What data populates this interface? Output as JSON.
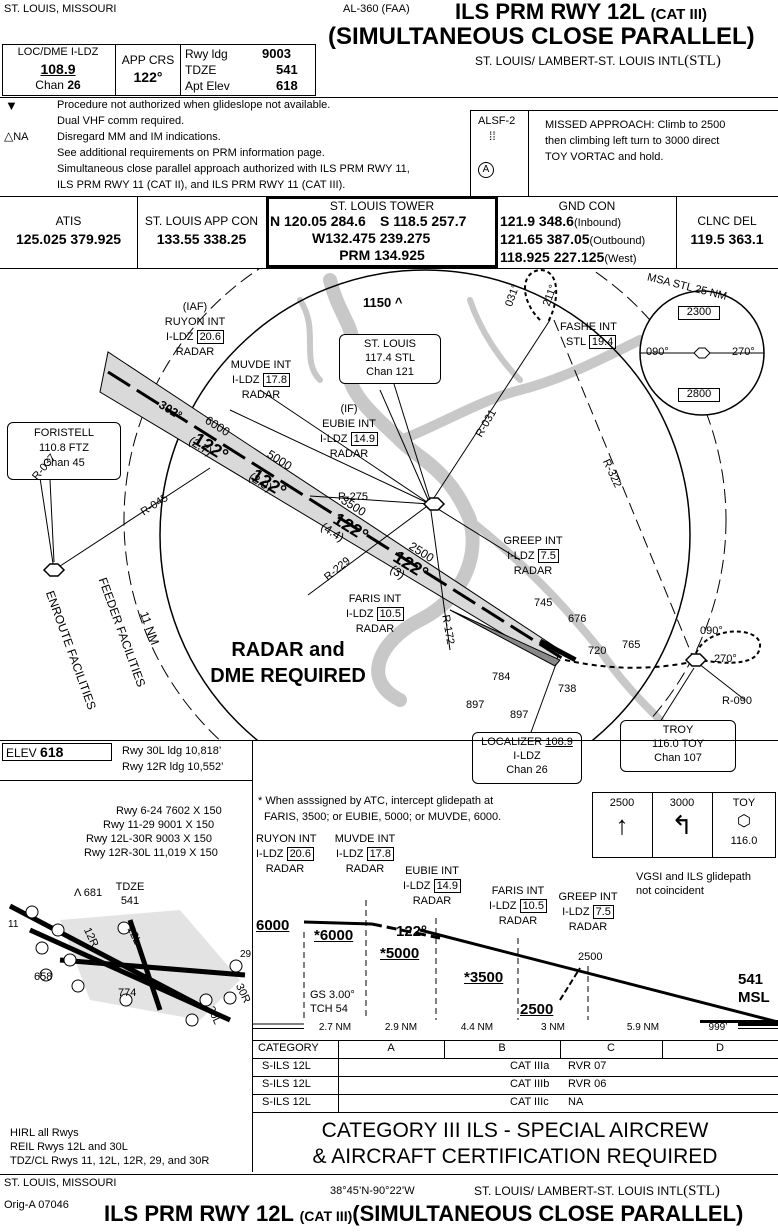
{
  "header": {
    "city_state": "ST. LOUIS, MISSOURI",
    "chart_id": "AL-360 (FAA)",
    "title_main": "ILS PRM RWY 12L",
    "title_cat": "(CAT III)",
    "title_sub": "(SIMULTANEOUS CLOSE PARALLEL)",
    "airport": "ST. LOUIS/ LAMBERT-ST. LOUIS INTL",
    "airport_code": "(STL)"
  },
  "briefing": {
    "loc_label": "LOC/DME I-LDZ",
    "loc_freq": "108.9",
    "loc_chan_label": "Chan",
    "loc_chan": "26",
    "app_crs_label": "APP CRS",
    "app_crs": "122°",
    "rwy_ldg_label": "Rwy ldg",
    "rwy_ldg": "9003",
    "tdze_label": "TDZE",
    "tdze": "541",
    "apt_elev_label": "Apt Elev",
    "apt_elev": "618"
  },
  "notes": {
    "line1": "Procedure not authorized when glideslope not available.",
    "na_label": "NA",
    "line2": "Dual VHF comm required.",
    "line3": "Disregard MM and IM indications.",
    "line4": "See additional requirements on PRM information page.",
    "line5": "Simultaneous close parallel approach authorized with ILS PRM RWY 11,",
    "line6": "ILS PRM RWY 11 (CAT II), and ILS PRM RWY 11 (CAT III).",
    "alsf": "ALSF-2",
    "alsf_circle": "A",
    "missed_1": "MISSED APPROACH:  Climb to 2500",
    "missed_2": "then climbing left turn to 3000 direct",
    "missed_3": "TOY VORTAC and hold."
  },
  "comms": {
    "atis_label": "ATIS",
    "atis_freq": "125.025  379.925",
    "app_label": "ST. LOUIS APP CON",
    "app_freq": "133.55  338.25",
    "tower_label": "ST. LOUIS TOWER",
    "tower_n": "N 120.05  284.6",
    "tower_s": "S 118.5  257.7",
    "tower_w": "W132.475  239.275",
    "tower_prm": "PRM 134.925",
    "gnd_label": "GND CON",
    "gnd_1": "121.9  348.6",
    "gnd_1_note": "(Inbound)",
    "gnd_2": "121.65  387.05",
    "gnd_2_note": "(Outbound)",
    "gnd_3": "118.925  227.125",
    "gnd_3_note": "(West)",
    "clnc_label": "CLNC DEL",
    "clnc_freq": "119.5  363.1"
  },
  "plan": {
    "elev_1150": "1150",
    "msa_label": "MSA STL 25 NM",
    "msa_2300": "2300",
    "msa_2800": "2800",
    "msa_090": "090°",
    "msa_270": "270°",
    "fashe_1": "FASHE INT",
    "fashe_2": "STL",
    "fashe_dme": "19.4",
    "r031_a": "031°",
    "r211": "211°",
    "ruyon_iaf": "(IAF)",
    "ruyon_1": "RUYON INT",
    "ruyon_2": "I-LDZ",
    "ruyon_dme": "20.6",
    "ruyon_3": "RADAR",
    "muvde_1": "MUVDE INT",
    "muvde_2": "I-LDZ",
    "muvde_dme": "17.8",
    "muvde_3": "RADAR",
    "stl_name": "ST. LOUIS",
    "stl_freq": "117.4  STL",
    "stl_chan": "Chan 121",
    "eubie_if": "(IF)",
    "eubie_1": "EUBIE INT",
    "eubie_2": "I-LDZ",
    "eubie_dme": "14.9",
    "eubie_3": "RADAR",
    "foristell_1": "FORISTELL",
    "foristell_2": "110.8  FTZ",
    "foristell_3": "Chan 45",
    "r031": "R-031",
    "r037": "R-037",
    "r045": "R-045",
    "r275": "R-275",
    "r229": "R-229",
    "r172": "R-172",
    "r322": "R-322",
    "r090": "R-090",
    "alt_6000": "6000",
    "alt_5000": "5000",
    "alt_3500": "3500",
    "alt_2500": "2500",
    "crs_302": "302°",
    "crs_122": "122°",
    "d27": "(2.7)",
    "d29": "(2.9)",
    "d44": "(4.4)",
    "d3": "(3)",
    "greep_1": "GREEP INT",
    "greep_2": "I-LDZ",
    "greep_dme": "7.5",
    "greep_3": "RADAR",
    "faris_1": "FARIS INT",
    "faris_2": "I-LDZ",
    "faris_dme": "10.5",
    "faris_3": "RADAR",
    "nm11": "11 NM",
    "feeder": "FEEDER FACILITIES",
    "enroute": "ENROUTE FACILITIES",
    "radar_1": "RADAR and",
    "radar_2": "DME REQUIRED",
    "obs_745": "745",
    "obs_676": "676",
    "obs_720": "720",
    "obs_765": "765",
    "obs_784": "784",
    "obs_738": "738",
    "obs_897a": "897",
    "obs_897b": "897",
    "hold_090": "090°",
    "hold_270": "270°",
    "troy_1": "TROY",
    "troy_2": "116.0  TOY",
    "troy_3": "Chan 107",
    "loc_1": "LOCALIZER",
    "loc_freq": "108.9",
    "loc_2": "I-LDZ",
    "loc_3": "Chan 26"
  },
  "airport": {
    "elev_label": "ELEV",
    "elev": "618",
    "ldg_30l": "Rwy 30L ldg 10,818’",
    "ldg_12r": "Rwy 12R ldg 10,552’",
    "rwy_1": "Rwy 6-24 7602 X 150",
    "rwy_2": "Rwy 11-29 9001 X 150",
    "rwy_3": "Rwy 12L-30R 9003 X 150",
    "rwy_4": "Rwy 12R-30L 11,019 X 150",
    "obs_681": "681",
    "tdze_label": "TDZE",
    "tdze": "541",
    "obs_658": "658",
    "obs_774": "774",
    "lbl_12r": "12R",
    "lbl_12l": "12L",
    "lbl_30l": "30L",
    "lbl_30r": "30R",
    "lbl_11": "11",
    "lbl_29": "29",
    "lights_1": "HIRL all Rwys",
    "lights_2": "REIL Rwys 12L and 30L",
    "lights_3": "TDZ/CL Rwys 11, 12L, 12R, 29, and 30R"
  },
  "profile": {
    "note_1": "* When asssigned by ATC, intercept glidepath at",
    "note_2": "FARIS, 3500; or EUBIE, 5000; or MUVDE, 6000.",
    "icon_2500": "2500",
    "icon_3000": "3000",
    "icon_toy": "TOY",
    "icon_toy_freq": "116.0",
    "ruyon_1": "RUYON INT",
    "ruyon_2": "I-LDZ",
    "ruyon_dme": "20.6",
    "ruyon_3": "RADAR",
    "muvde_1": "MUVDE INT",
    "muvde_2": "I-LDZ",
    "muvde_dme": "17.8",
    "muvde_3": "RADAR",
    "eubie_1": "EUBIE INT",
    "eubie_2": "I-LDZ",
    "eubie_dme": "14.9",
    "eubie_3": "RADAR",
    "faris_1": "FARIS INT",
    "faris_2": "I-LDZ",
    "faris_dme": "10.5",
    "faris_3": "RADAR",
    "greep_1": "GREEP INT",
    "greep_2": "I-LDZ",
    "greep_dme": "7.5",
    "greep_3": "RADAR",
    "vgsi_1": "VGSI and ILS glidepath",
    "vgsi_2": "not coincident",
    "alt_6000": "6000",
    "alt_6000s": "*6000",
    "alt_5000s": "*5000",
    "alt_3500s": "*3500",
    "alt_2500": "2500",
    "alt_2500_greep": "2500",
    "crs": "122°",
    "gs": "GS 3.00°",
    "tch": "TCH 54",
    "tdze": "541",
    "msl": "MSL",
    "dist_1": "2.7 NM",
    "dist_2": "2.9 NM",
    "dist_3": "4.4 NM",
    "dist_4": "3 NM",
    "dist_5": "5.9 NM",
    "dist_6": "999’"
  },
  "minimums": {
    "header": [
      "CATEGORY",
      "A",
      "B",
      "C",
      "D"
    ],
    "rows": [
      {
        "name": "S-ILS 12L",
        "cat": "CAT IIIa",
        "rvr_label": "RVR",
        "rvr": "07"
      },
      {
        "name": "S-ILS 12L",
        "cat": "CAT IIIb",
        "rvr_label": "RVR",
        "rvr": "06"
      },
      {
        "name": "S-ILS 12L",
        "cat": "CAT IIIc",
        "rvr_label": "",
        "rvr": "NA"
      }
    ],
    "banner_1": "CATEGORY  III  ILS - SPECIAL AIRCREW",
    "banner_2": "& AIRCRAFT CERTIFICATION REQUIRED"
  },
  "footer": {
    "city_state": "ST. LOUIS, MISSOURI",
    "orig": "Orig-A  07046",
    "coords": "38°45’N-90°22’W",
    "airport": "ST. LOUIS/ LAMBERT-ST. LOUIS INTL",
    "airport_code": "(STL)",
    "title_main": "ILS PRM RWY 12L",
    "title_cat": "(CAT III)",
    "title_sub": "(SIMULTANEOUS CLOSE PARALLEL)"
  }
}
